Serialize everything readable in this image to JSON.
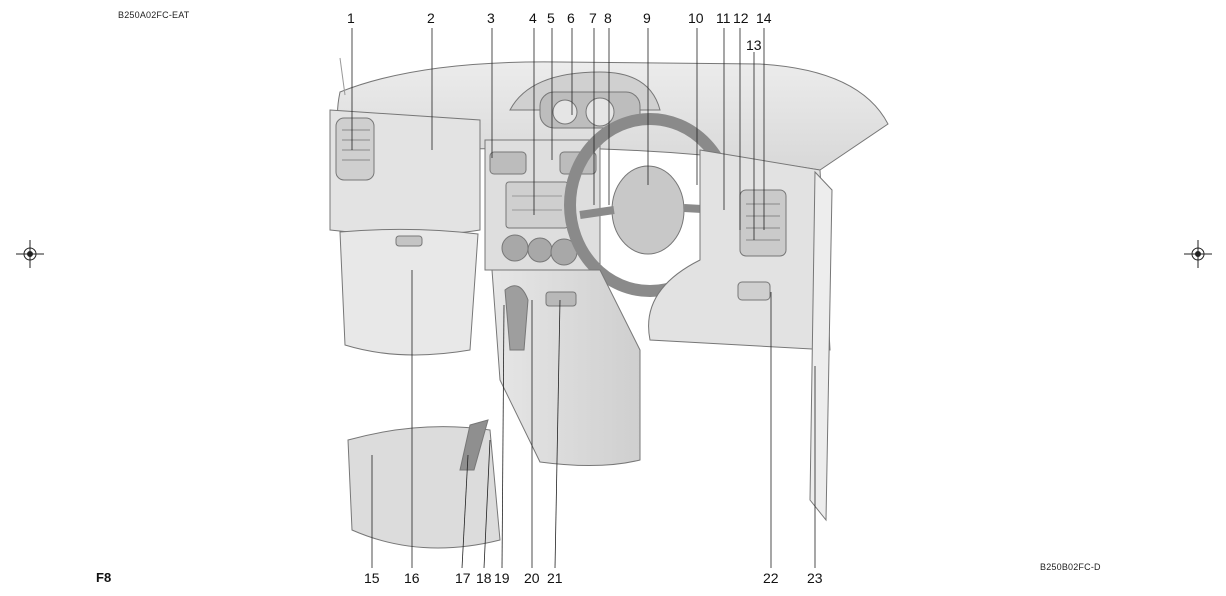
{
  "figure": {
    "code_top": "B250A02FC-EAT",
    "code_bottom": "B250B02FC-D",
    "page_label": "F8"
  },
  "callouts": [
    "1",
    "2",
    "3",
    "4",
    "5",
    "6",
    "7",
    "8",
    "9",
    "10",
    "11",
    "12",
    "13",
    "14",
    "15",
    "16",
    "17",
    "18",
    "19",
    "20",
    "21",
    "22",
    "23"
  ]
}
